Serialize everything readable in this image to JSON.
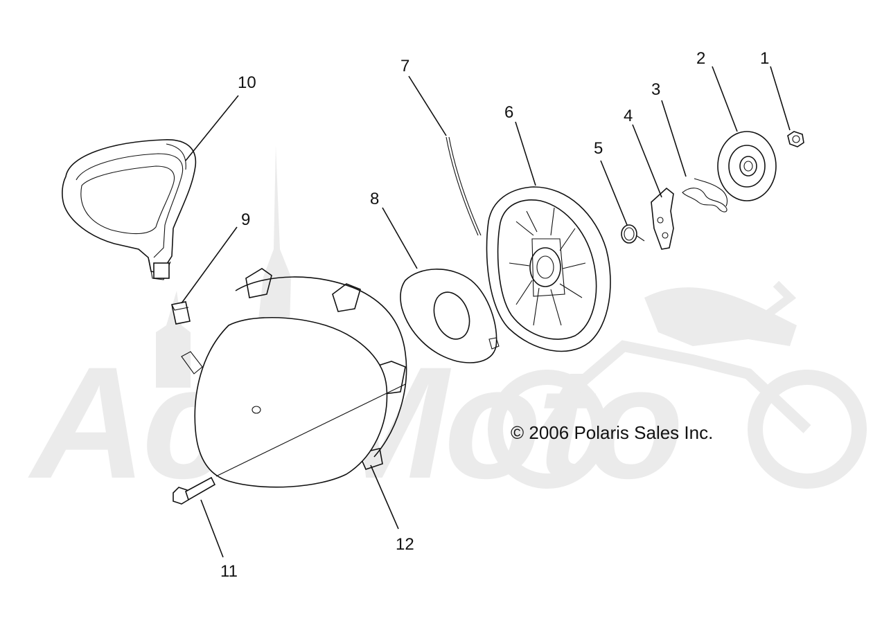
{
  "diagram": {
    "part_labels": [
      "1",
      "2",
      "3",
      "4",
      "5",
      "6",
      "7",
      "8",
      "9",
      "10",
      "11",
      "12"
    ],
    "copyright": "© 2006 Polaris Sales Inc.",
    "watermark": "ActiMoto",
    "colors": {
      "line": "#111111",
      "watermark": "#ebebeb",
      "background": "#ffffff"
    }
  }
}
